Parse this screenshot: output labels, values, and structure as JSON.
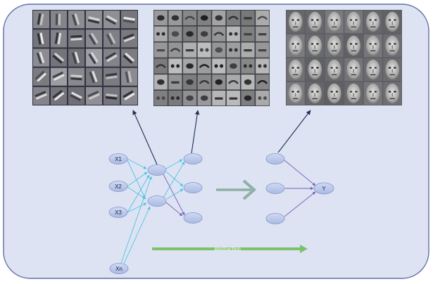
{
  "inputs": [
    {
      "label": "X1"
    },
    {
      "label": "X2"
    },
    {
      "label": "X3"
    },
    {
      "label": "Xn"
    }
  ],
  "output": {
    "label": "Y"
  },
  "abstraction": {
    "label": "Abstraction"
  },
  "panels": [
    {
      "name": "edge-filters",
      "description_label": "",
      "kind": "edges"
    },
    {
      "name": "part-features",
      "description_label": "",
      "kind": "parts"
    },
    {
      "name": "face-features",
      "description_label": "",
      "kind": "faces"
    }
  ],
  "colors": {
    "background": "#dde3f3",
    "border": "#5f6fa3",
    "node_fill": "#b4c3e8",
    "node_stroke": "#8496c9",
    "edge_cyan": "#4fc3e0",
    "edge_purple": "#7a5fb8",
    "edge_navy": "#1f3155",
    "transition_arrow": "#8fb0a6",
    "abstraction_arrow": "#7cc26a",
    "panel_dark": "#2d333f"
  }
}
